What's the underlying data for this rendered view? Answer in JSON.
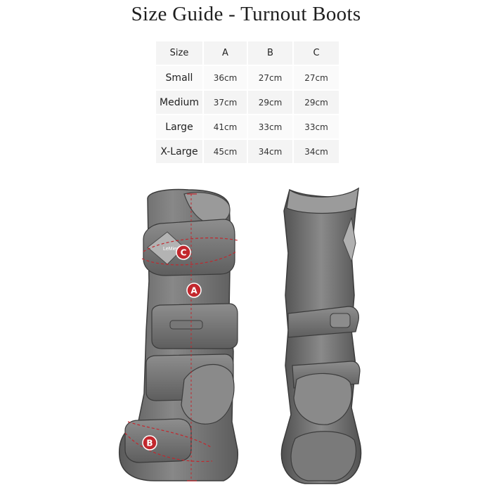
{
  "title": "Size Guide - Turnout Boots",
  "size_table": {
    "headers": [
      "Size",
      "A",
      "B",
      "C"
    ],
    "rows": [
      {
        "size": "Small",
        "a": "36cm",
        "b": "27cm",
        "c": "27cm"
      },
      {
        "size": "Medium",
        "a": "37cm",
        "b": "29cm",
        "c": "29cm"
      },
      {
        "size": "Large",
        "a": "41cm",
        "b": "33cm",
        "c": "33cm"
      },
      {
        "size": "X-Large",
        "a": "45cm",
        "b": "34cm",
        "c": "34cm"
      }
    ]
  },
  "illustration": {
    "markers": [
      "A",
      "B",
      "C"
    ],
    "logo_text": "LeMieux",
    "marker_color": "#c2272d",
    "boot_color": "#6f6f6f"
  }
}
